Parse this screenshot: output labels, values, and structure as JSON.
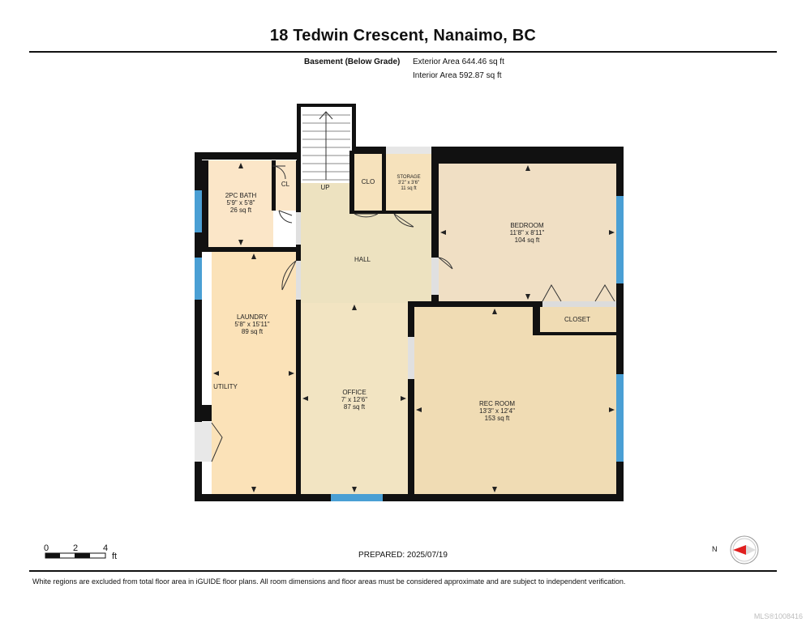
{
  "title": "18 Tedwin Crescent, Nanaimo, BC",
  "area": {
    "level": "Basement (Below Grade)",
    "exterior": "Exterior Area 644.46 sq ft",
    "interior": "Interior Area 592.87 sq ft"
  },
  "rooms": {
    "bath": {
      "name": "2PC BATH",
      "dims": "5'9\" x 5'8\"",
      "area": "26 sq ft"
    },
    "cl": {
      "name": "CL"
    },
    "up": {
      "name": "UP"
    },
    "clo": {
      "name": "CLO"
    },
    "storage": {
      "name": "STORAGE",
      "dims": "3'2\" x 3'6\"",
      "area": "11 sq ft"
    },
    "bedroom": {
      "name": "BEDROOM",
      "dims": "11'8\" x 8'11\"",
      "area": "104 sq ft"
    },
    "hall": {
      "name": "HALL"
    },
    "laundry": {
      "name": "LAUNDRY",
      "dims": "5'8\" x 15'11\"",
      "area": "89 sq ft"
    },
    "utility": {
      "name": "UTILITY"
    },
    "office": {
      "name": "OFFICE",
      "dims": "7' x 12'6\"",
      "area": "87 sq ft"
    },
    "closet": {
      "name": "CLOSET"
    },
    "rec": {
      "name": "REC ROOM",
      "dims": "13'3\" x 12'4\"",
      "area": "153 sq ft"
    }
  },
  "colors": {
    "wall": "#111111",
    "window": "#4a9fd4",
    "bath": "#fbe6c8",
    "hall": "#ede2c0",
    "bedroom": "#f0dfc4",
    "laundry": "#fbe2b8",
    "office": "#f2e4c2",
    "rec": "#f0dcb4",
    "closet": "#fbe4bc",
    "stair": "#ffffff",
    "compass_arrow": "#e02020"
  },
  "scale": {
    "labels": [
      "0",
      "2",
      "4"
    ],
    "unit": "ft"
  },
  "prepared": "PREPARED: 2025/07/19",
  "disclaimer": "White regions are excluded from total floor area in iGUIDE floor plans. All room dimensions and floor areas must be considered approximate and are subject to independent verification.",
  "compass": {
    "label": "N"
  },
  "mls": "MLS®1008416"
}
